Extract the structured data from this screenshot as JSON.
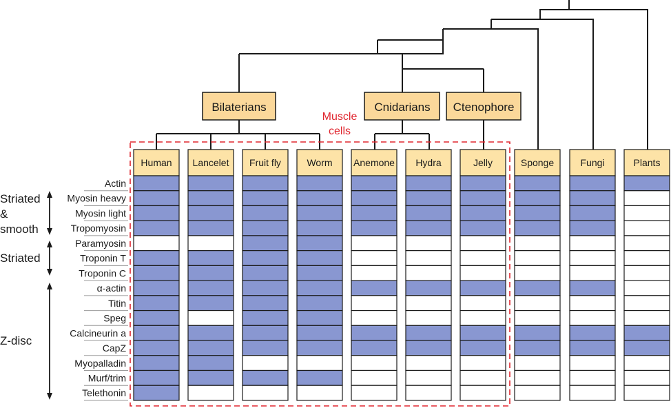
{
  "colors": {
    "present": "#8997d1",
    "absent": "#ffffff",
    "cell_border": "#1a1a1a",
    "header_fill": "#fde3a7",
    "clade_fill": "#fbd89a",
    "tree_line": "#1a1a1a",
    "muscle_box": "#e0262f",
    "text": "#1a1a1a"
  },
  "clades": {
    "bilaterians": "Bilaterians",
    "cnidarians": "Cnidarians",
    "ctenophore": "Ctenophore"
  },
  "muscle_label": [
    "Muscle",
    "cells"
  ],
  "organisms": [
    "Human",
    "Lancelet",
    "Fruit fly",
    "Worm",
    "Anemone",
    "Hydra",
    "Jelly",
    "Sponge",
    "Fungi",
    "Plants"
  ],
  "proteins": [
    "Actin",
    "Myosin heavy",
    "Myosin light",
    "Tropomyosin",
    "Paramyosin",
    "Troponin T",
    "Troponin C",
    "α-actin",
    "Titin",
    "Speg",
    "Calcineurin a",
    "CapZ",
    "Myopalladin",
    "Murf/trim",
    "Telethonin"
  ],
  "groups": [
    {
      "label": [
        "Striated",
        "&",
        "smooth"
      ]
    },
    {
      "label": [
        "Striated"
      ]
    },
    {
      "label": [
        "Z-disc"
      ]
    }
  ],
  "presence": [
    [
      1,
      1,
      1,
      1,
      1,
      1,
      1,
      1,
      1,
      1
    ],
    [
      1,
      1,
      1,
      1,
      1,
      1,
      1,
      1,
      1,
      0
    ],
    [
      1,
      1,
      1,
      1,
      1,
      1,
      1,
      1,
      1,
      0
    ],
    [
      1,
      1,
      1,
      1,
      1,
      1,
      1,
      1,
      1,
      0
    ],
    [
      0,
      0,
      1,
      1,
      0,
      0,
      0,
      0,
      0,
      0
    ],
    [
      1,
      1,
      1,
      1,
      0,
      0,
      0,
      0,
      0,
      0
    ],
    [
      1,
      1,
      1,
      1,
      0,
      0,
      0,
      0,
      0,
      0
    ],
    [
      1,
      1,
      1,
      1,
      1,
      1,
      1,
      1,
      1,
      0
    ],
    [
      1,
      1,
      1,
      1,
      0,
      0,
      0,
      0,
      0,
      0
    ],
    [
      1,
      0,
      1,
      1,
      0,
      0,
      0,
      0,
      0,
      0
    ],
    [
      1,
      1,
      1,
      1,
      1,
      1,
      1,
      1,
      1,
      1
    ],
    [
      1,
      1,
      1,
      1,
      1,
      1,
      1,
      1,
      1,
      1
    ],
    [
      1,
      1,
      0,
      0,
      0,
      0,
      0,
      0,
      0,
      0
    ],
    [
      1,
      1,
      1,
      1,
      0,
      0,
      0,
      0,
      0,
      0
    ],
    [
      1,
      0,
      0,
      0,
      0,
      0,
      0,
      0,
      0,
      0
    ]
  ]
}
